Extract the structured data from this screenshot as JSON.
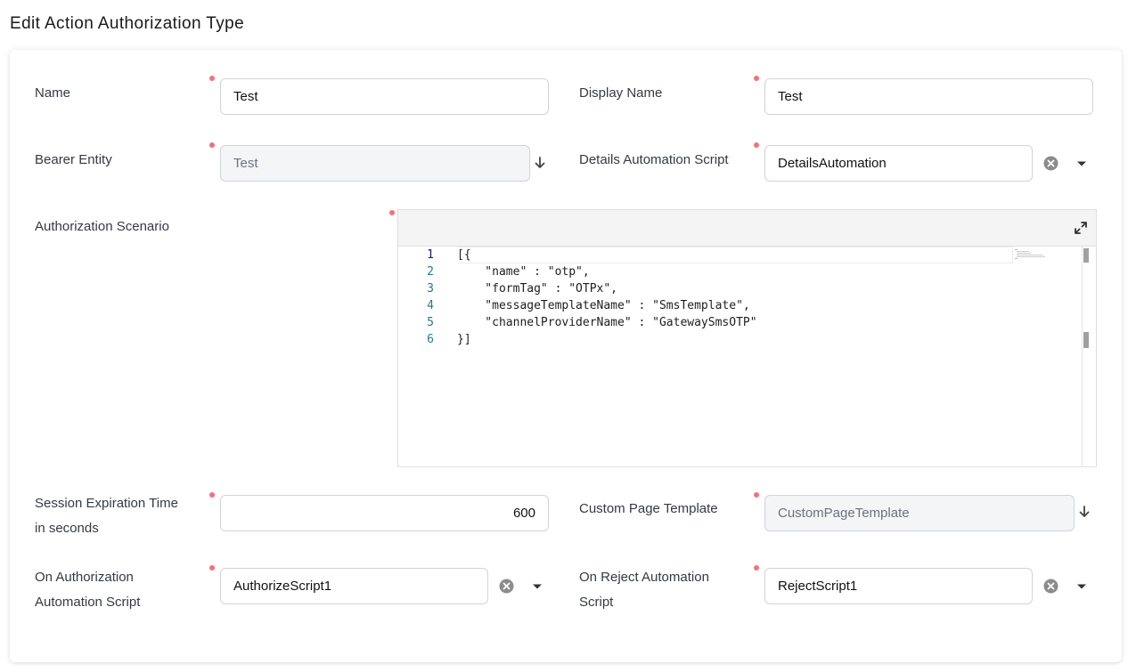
{
  "page": {
    "title": "Edit Action Authorization Type"
  },
  "form": {
    "name": {
      "label": "Name",
      "value": "Test"
    },
    "display_name": {
      "label": "Display Name",
      "value": "Test"
    },
    "bearer_entity": {
      "label": "Bearer Entity",
      "value": "Test"
    },
    "details_automation_script": {
      "label": "Details Automation Script",
      "value": "DetailsAutomation"
    },
    "authorization_scenario": {
      "label": "Authorization Scenario",
      "line_numbers": [
        "1",
        "2",
        "3",
        "4",
        "5",
        "6"
      ],
      "code_lines": [
        "[{",
        "    \"name\" : \"otp\",",
        "    \"formTag\" : \"OTPx\",",
        "    \"messageTemplateName\" : \"SmsTemplate\",",
        "    \"channelProviderName\" : \"GatewaySmsOTP\"",
        "}]"
      ]
    },
    "session_expiration": {
      "label_line1": "Session Expiration Time",
      "label_line2": "in seconds",
      "value": "600"
    },
    "custom_page_template": {
      "label": "Custom Page Template",
      "value": "CustomPageTemplate"
    },
    "on_authorization_script": {
      "label_line1": "On Authorization",
      "label_line2": "Automation Script",
      "value": "AuthorizeScript1"
    },
    "on_reject_script": {
      "label_line1": "On Reject Automation",
      "label_line2": "Script",
      "value": "RejectScript1"
    }
  },
  "colors": {
    "required_dot": "#f0727a",
    "line_number": "#237893",
    "border": "#cfd4da"
  },
  "icons": {
    "dropdown": "caret-down-icon",
    "clear": "clear-circle-icon",
    "arrow": "arrow-down-icon",
    "expand": "expand-icon"
  }
}
